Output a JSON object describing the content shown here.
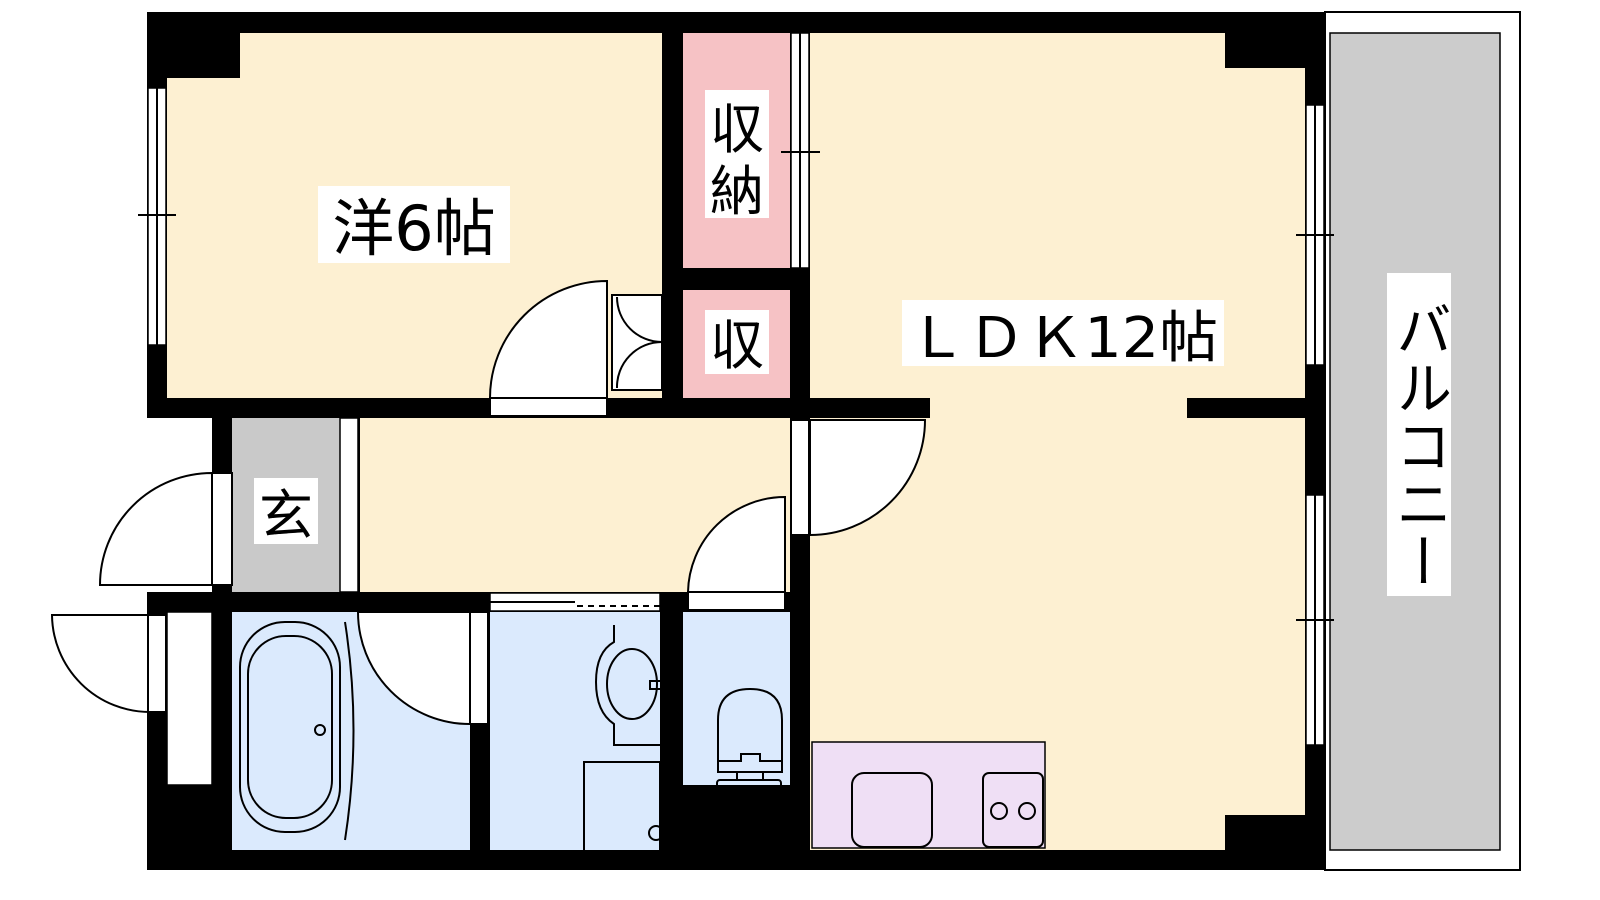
{
  "rooms": {
    "western": {
      "label": "洋6帖"
    },
    "storage_large": {
      "label_line1": "収",
      "label_line2": "納"
    },
    "storage_small": {
      "label": "収"
    },
    "ldk": {
      "label": "ＬＤＫ12帖"
    },
    "entrance": {
      "label": "玄"
    },
    "balcony": {
      "label": "バルコニー"
    }
  },
  "colors": {
    "room": "#fdf0d2",
    "storage": "#f6c2c5",
    "wet": "#dbeafd",
    "entrance": "#c9c9c9",
    "balcony": "#cccccc",
    "kitchen": "#efdff5",
    "wall": "#000000"
  }
}
